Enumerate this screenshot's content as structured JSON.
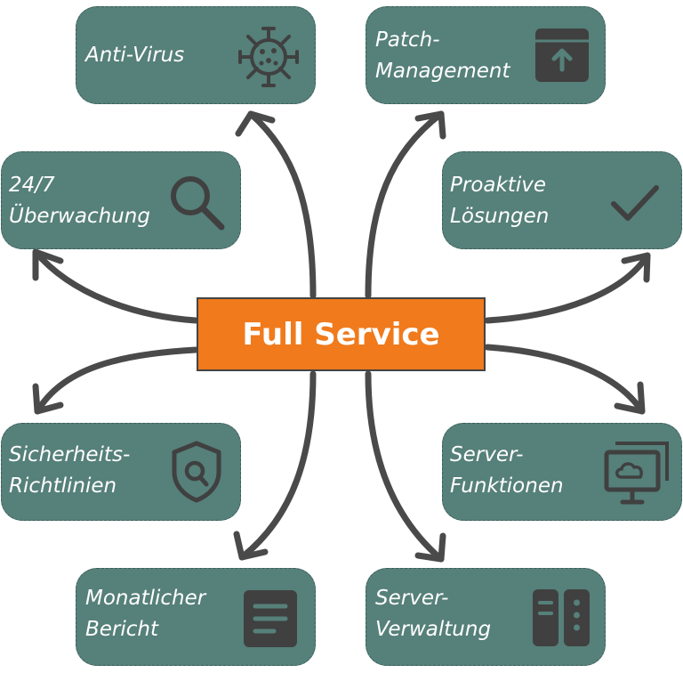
{
  "center": {
    "title": "Full Service"
  },
  "nodes": [
    {
      "id": "anti-virus",
      "lines": [
        "Anti-Virus"
      ],
      "icon": "virus-icon"
    },
    {
      "id": "patch-management",
      "lines": [
        "Patch-",
        "Management"
      ],
      "icon": "archive-upload-icon"
    },
    {
      "id": "ueberwachung",
      "lines": [
        "24/7",
        "Überwachung"
      ],
      "icon": "search-icon"
    },
    {
      "id": "proaktive-loesungen",
      "lines": [
        "Proaktive",
        "Lösungen"
      ],
      "icon": "check-icon"
    },
    {
      "id": "sicherheits-richtlinien",
      "lines": [
        "Sicherheits-",
        "Richtlinien"
      ],
      "icon": "shield-search-icon"
    },
    {
      "id": "server-funktionen",
      "lines": [
        "Server-",
        "Funktionen"
      ],
      "icon": "cloud-monitor-icon"
    },
    {
      "id": "monatlicher-bericht",
      "lines": [
        "Monatlicher",
        "Bericht"
      ],
      "icon": "document-icon"
    },
    {
      "id": "server-verwaltung",
      "lines": [
        "Server-",
        "Verwaltung"
      ],
      "icon": "server-icon"
    }
  ],
  "colors": {
    "box": "#56807a",
    "center": "#f07a1c",
    "arrow": "#4a4a4a",
    "icon": "#404040"
  }
}
